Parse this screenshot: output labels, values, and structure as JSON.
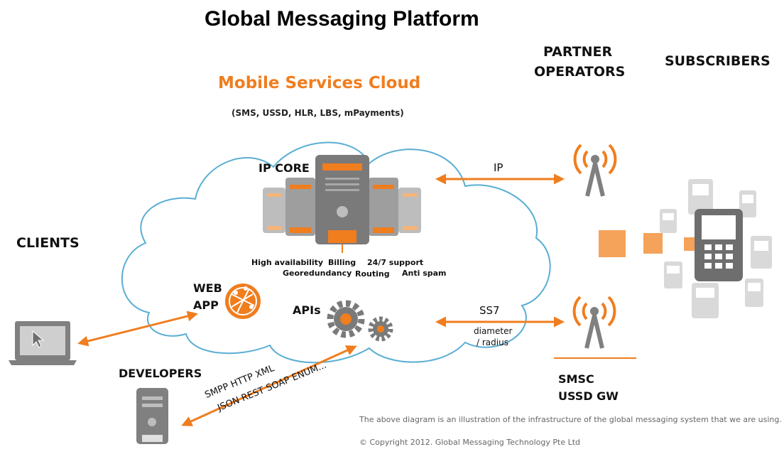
{
  "diagram": {
    "title": "Global Messaging  Platform",
    "cloud": {
      "title": "Mobile Services Cloud",
      "subtitle": "(SMS, USSD, HLR, LBS, mPayments)",
      "ip_core_label": "IP CORE",
      "features": [
        "High availability",
        "Billing",
        "24/7 support",
        "Georedundancy",
        "Routing",
        "Anti spam"
      ],
      "web_app_label_line1": "WEB",
      "web_app_label_line2": "APP",
      "apis_label": "APIs"
    },
    "partner_operators_line1": "PARTNER",
    "partner_operators_line2": "OPERATORS",
    "subscribers_label": "SUBSCRIBERS",
    "clients_label": "CLIENTS",
    "developers_label": "DEVELOPERS",
    "links": {
      "ip": "IP",
      "ss7": "SS7",
      "diameter_line1": "diameter",
      "diameter_line2": "/ radius"
    },
    "smsc_line1": "SMSC",
    "ussd_line2": "USSD GW",
    "protocols_line1": "SMPP  HTTP  XML",
    "protocols_line2": "JSON  REST  SOAP  ENUM...",
    "caption": "The above diagram is an illustration of the infrastructure of the global messaging system that we are using.",
    "copyright": "© Copyright 2012. Global Messaging Technology Pte Ltd",
    "colors": {
      "accent_orange": "#f07d1e",
      "cloud_outline": "#5aaed3",
      "device_gray": "#808080",
      "light_gray": "#bdbdbd"
    }
  }
}
